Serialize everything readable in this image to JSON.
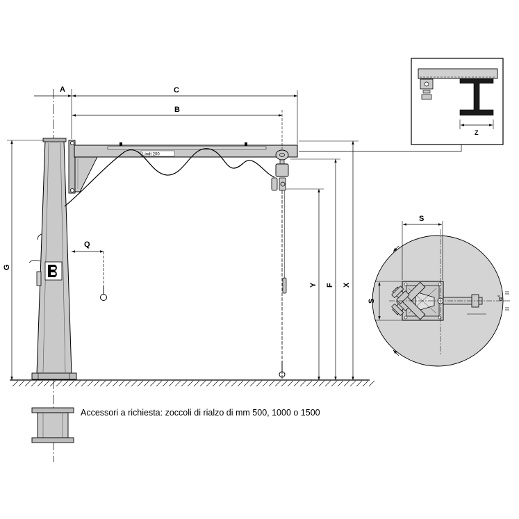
{
  "dimensions": {
    "A": "A",
    "C": "C",
    "B": "B",
    "Q": "Q",
    "G": "G",
    "Y": "Y",
    "F": "F",
    "X": "X",
    "S_top": "S",
    "S_side": "S",
    "Z": "Z",
    "alpha": "α°"
  },
  "hoist_label": "Lindt 200",
  "note": "Accessori a richiesta: zoccoli di rialzo di mm 500, 1000 o 1500",
  "colors": {
    "steel": "#c9c9c9",
    "circle_fill": "#d4d4d4",
    "line": "#000000"
  }
}
